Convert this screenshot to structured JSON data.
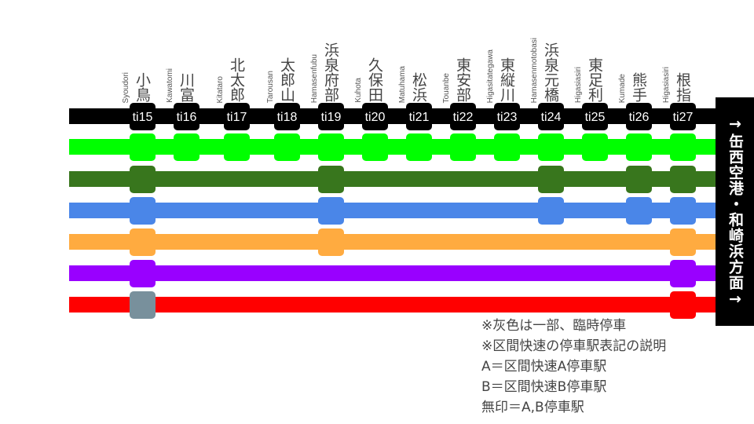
{
  "stations": [
    {
      "code": "ti15",
      "name": "小鳥",
      "roma": "Syoudori"
    },
    {
      "code": "ti16",
      "name": "川富",
      "roma": "Kawatomi"
    },
    {
      "code": "ti17",
      "name": "北太郎",
      "roma": "Kitataro"
    },
    {
      "code": "ti18",
      "name": "太郎山",
      "roma": "Tarousan"
    },
    {
      "code": "ti19",
      "name": "浜泉府部",
      "roma": "Hamasenfubu"
    },
    {
      "code": "ti20",
      "name": "久保田",
      "roma": "Kuhota"
    },
    {
      "code": "ti21",
      "name": "松浜",
      "roma": "Matuhama"
    },
    {
      "code": "ti22",
      "name": "東安部",
      "roma": "Touanbe"
    },
    {
      "code": "ti23",
      "name": "東縦川",
      "roma": "Higasitategawa"
    },
    {
      "code": "ti24",
      "name": "浜泉元橋",
      "roma": "Hamasenmotobasi"
    },
    {
      "code": "ti25",
      "name": "東足利",
      "roma": "Higasiasiri"
    },
    {
      "code": "ti26",
      "name": "熊手",
      "roma": "Kumade"
    },
    {
      "code": "ti27",
      "name": "根指",
      "roma": "Higasiasiri"
    }
  ],
  "services": [
    {
      "color": "#000000",
      "stops": "all-codes"
    },
    {
      "color": "#00ff00",
      "stops": [
        "ti15",
        "ti16",
        "ti17",
        "ti18",
        "ti19",
        "ti20",
        "ti21",
        "ti22",
        "ti23",
        "ti24",
        "ti25",
        "ti26",
        "ti27"
      ]
    },
    {
      "color": "#38761d",
      "stops": [
        "ti15",
        "ti19",
        "ti24",
        "ti26",
        "ti27"
      ]
    },
    {
      "color": "#4a86e8",
      "stops": [
        "ti15",
        "ti19",
        "ti24",
        "ti26",
        "ti27"
      ]
    },
    {
      "color": "#ffab40",
      "stops": [
        "ti15",
        "ti19",
        "ti27"
      ]
    },
    {
      "color": "#9900ff",
      "stops": [
        "ti15",
        "ti27"
      ]
    },
    {
      "color": "#ff0000",
      "stops": [
        "ti15",
        "ti27"
      ],
      "partial_stops": [
        "ti15"
      ],
      "partial_color": "#78909c"
    }
  ],
  "direction": "→缶西空港・和崎浜方面→",
  "notes": [
    "※灰色は一部、臨時停車",
    "※区間快速の停車駅表記の説明",
    "A＝区間快速A停車駅",
    "B＝区間快速B停車駅",
    "無印＝A,B停車駅"
  ]
}
